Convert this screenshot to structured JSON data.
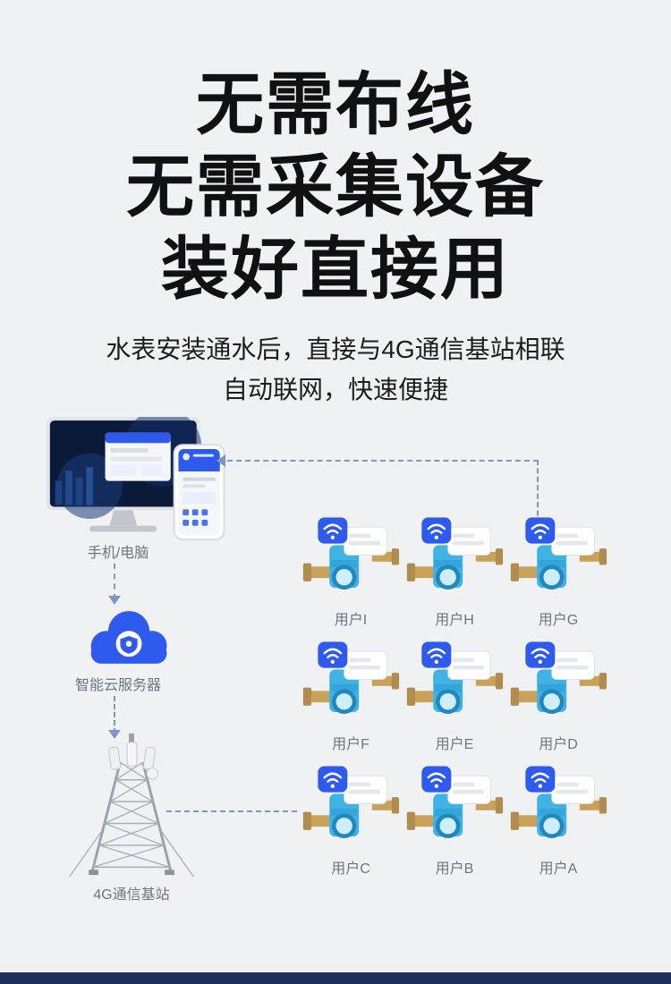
{
  "headline": {
    "line1": "无需布线",
    "line2": "无需采集设备",
    "line3": "装好直接用"
  },
  "subtitle": {
    "line1": "水表安装通水后，直接与4G通信基站相联",
    "line2": "自动联网，快速便捷"
  },
  "diagram": {
    "devices_label": "手机/电脑",
    "cloud_label": "智能云服务器",
    "tower_label": "4G通信基站",
    "users": [
      {
        "label": "用户I"
      },
      {
        "label": "用户H"
      },
      {
        "label": "用户G"
      },
      {
        "label": "用户F"
      },
      {
        "label": "用户E"
      },
      {
        "label": "用户D"
      },
      {
        "label": "用户C"
      },
      {
        "label": "用户B"
      },
      {
        "label": "用户A"
      }
    ]
  },
  "colors": {
    "accent_blue": "#2e5bee",
    "meter_blue": "#41b2e4",
    "brass": "#c9a25a",
    "connector": "#7e97c8",
    "background": "#f0f1f2",
    "bottom_bar": "#1e2d5c"
  }
}
